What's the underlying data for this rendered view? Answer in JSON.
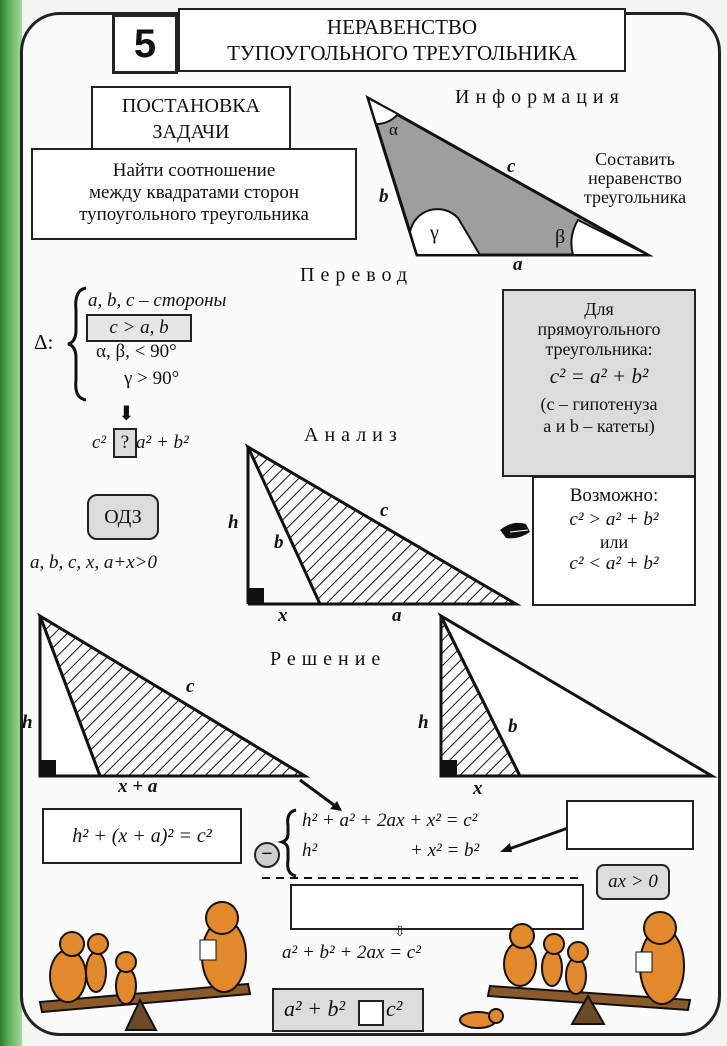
{
  "header": {
    "number": "5",
    "title_line1": "НЕРАВЕНСТВО",
    "title_line2": "ТУПОУГОЛЬНОГО ТРЕУГОЛЬНИКА"
  },
  "task": {
    "heading_line1": "ПОСТАНОВКА",
    "heading_line2": "ЗАДАЧИ",
    "text_line1": "Найти соотношение",
    "text_line2": "между квадратами сторон",
    "text_line3": "тупоугольного треугольника"
  },
  "info": {
    "heading": "Информация",
    "text_line1": "Составить",
    "text_line2": "неравенство",
    "text_line3": "треугольника",
    "labels": {
      "alpha": "α",
      "beta": "β",
      "gamma": "γ",
      "a": "a",
      "b": "b",
      "c": "c"
    }
  },
  "translation": {
    "heading": "Перевод",
    "delta": "Δ:",
    "line1": "a, b, c – стороны",
    "line2": "c > a, b",
    "line3": "α, β, < 90°",
    "line4": "γ > 90°",
    "question_mark": "?",
    "c2_left": "c²",
    "c2_right": "a² + b²"
  },
  "right_triangle": {
    "line1": "Для",
    "line2": "прямоугольного",
    "line3": "треугольника:",
    "formula": "c² = a² + b²",
    "note1": "(c – гипотенуза",
    "note2": "a и b – катеты)"
  },
  "analysis": {
    "heading": "Анализ",
    "odz_label": "ОДЗ",
    "odz_text": "a, b, c, x, a+x>0",
    "labels": {
      "h": "h",
      "b": "b",
      "c": "c",
      "x": "x",
      "a": "a"
    },
    "possible_heading": "Возможно:",
    "possible1": "c² > a² + b²",
    "possible_or": "или",
    "possible2": "c² < a² + b²"
  },
  "solution": {
    "heading": "Решение",
    "left_labels": {
      "h": "h",
      "c": "c",
      "xa": "x + a"
    },
    "right_labels": {
      "h": "h",
      "b": "b",
      "x": "x"
    },
    "eq_box": "h² + (x + a)² = c²",
    "sys_line1": "h² + a² + 2ax + x² = c²",
    "sys_line2_h": "h²",
    "sys_line2_rest": "+ x² = b²",
    "minus_sign": "−",
    "ax_box": "ax > 0",
    "result_line": "a² + b² + 2ax = c²",
    "final_left": "a² + b²",
    "final_right": "c²"
  },
  "colors": {
    "accent_green": "#4c9a3c",
    "panel_gray": "#dcdcdc",
    "mascot_orange": "#e28a2b"
  }
}
